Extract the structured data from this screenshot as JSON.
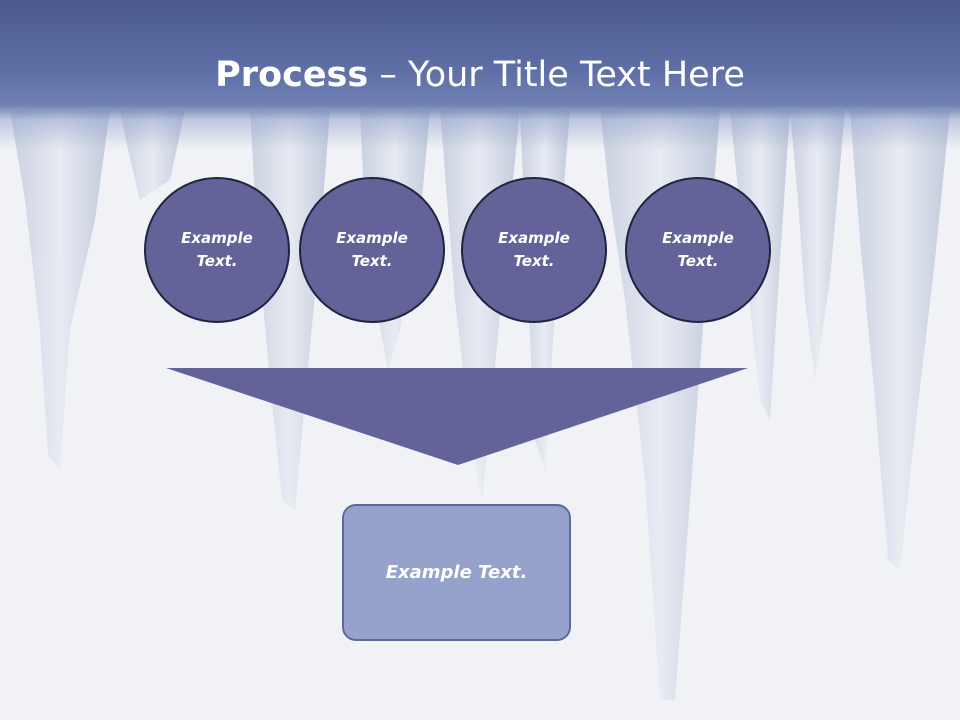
{
  "title": {
    "bold": "Process",
    "rest": " – Your Title Text Here"
  },
  "steps": [
    {
      "label": "Example Text."
    },
    {
      "label": "Example Text."
    },
    {
      "label": "Example Text."
    },
    {
      "label": "Example Text."
    }
  ],
  "result": {
    "label": "Example Text."
  },
  "colors": {
    "header": "#5e6fa6",
    "circle_fill": "#636399",
    "circle_border": "#1f2540",
    "funnel": "#636399",
    "result_fill": "#97a2cc",
    "background": "#f1f2f6"
  }
}
